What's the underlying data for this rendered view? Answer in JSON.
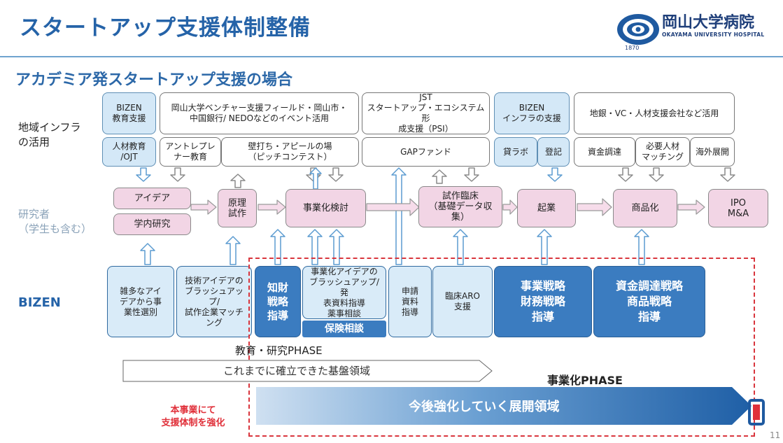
{
  "header": {
    "title": "スタートアップ支援体制整備",
    "subtitle": "アカデミア発スタートアップ支援の場合"
  },
  "logo": {
    "name": "岡山大学病院",
    "en": "OKAYAMA UNIVERSITY HOSPITAL",
    "year": "1870"
  },
  "row_labels": {
    "infra": "地域インフラ\nの活用",
    "researcher": "研究者\n（学生も含む）",
    "bizen": "BIZEN"
  },
  "top_boxes": {
    "bizen_edu": "BIZEN\n教育支援",
    "okayama": "岡山大学ベンチャー支援フィールド・岡山市・\n中国銀行/ NEDOなどのイベント活用",
    "jst": "JST\nスタートアップ・エコシステム形\n成支援（PSI）",
    "bizen_infra": "BIZEN\nインフラの支援",
    "chigin": "地銀・VC・人材支援会社など活用"
  },
  "second_boxes": {
    "jinzai": "人材教育\n/OJT",
    "entre": "アントレプレ\nナー教育",
    "kabeuchi": "壁打ち・アピールの場\n（ピッチコンテスト）",
    "gap": "GAPファンド",
    "kashi": "貸ラボ",
    "toki": "登記",
    "shikin": "資金調達",
    "hitsuyo": "必要人材\nマッチング",
    "kaigai": "海外展開"
  },
  "stages": {
    "idea": "アイデア",
    "gakunai": "学内研究",
    "genri": "原理\n試作",
    "jigyoka": "事業化検討",
    "shisaku": "試作臨床\n（基礎データ収\n集）",
    "kigyo": "起業",
    "shohinka": "商品化",
    "ipo": "IPO\nM&A"
  },
  "bizen_boxes": {
    "zatta": "雑多なアイ\nデアから事\n業性選別",
    "gijutsu": "技術アイデアの\nブラッシュアップ/\n試作企業マッチ\nング",
    "chizai": "知財\n戦略\n指導",
    "jigyoidea": "事業化アイデアの\nブラッシュアップ/発\n表資料指導\n薬事相談",
    "hoken": "保険相談",
    "shinsei": "申請\n資料\n指導",
    "rinsho": "臨床ARO\n支援",
    "jigyo_senryaku": "事業戦略\n財務戦略\n指導",
    "shikin_senryaku": "資金調達戦略\n商品戦略\n指導"
  },
  "phases": {
    "edu": "教育・研究PHASE",
    "biz": "事業化PHASE",
    "established": "これまでに確立できた基盤領域",
    "future": "今後強化していく展開領域",
    "note": "本事業にて\n支援体制を強化"
  },
  "page_number": "11",
  "colors": {
    "title": "#2563a8",
    "pink": "#f2d5e5",
    "light_blue": "#d4e8f7",
    "strong_blue": "#3b7cc0",
    "red": "#e0303a"
  }
}
